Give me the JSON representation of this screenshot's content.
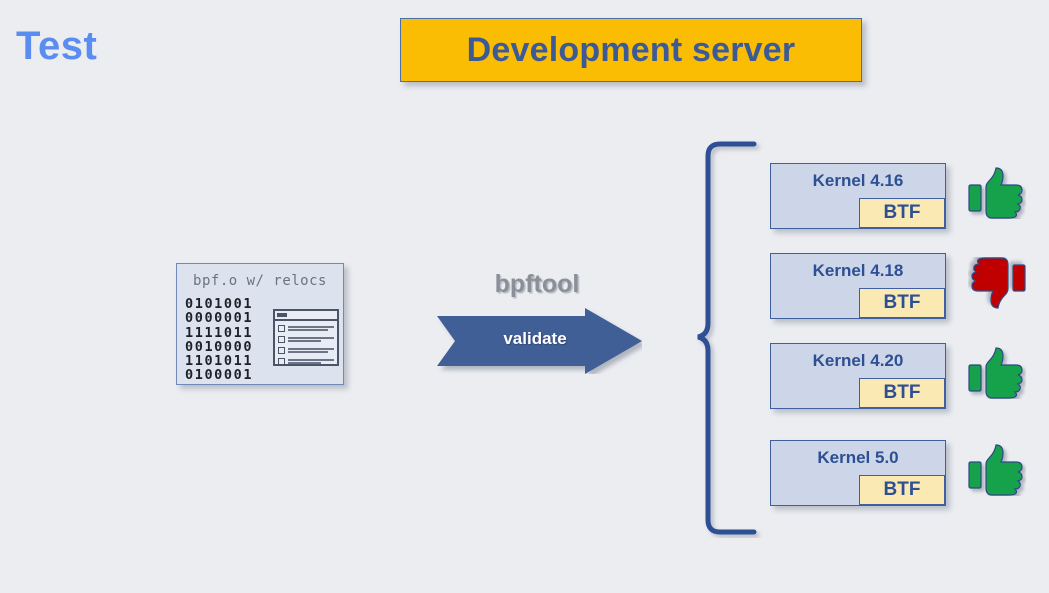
{
  "slide": {
    "section_title": "Test",
    "banner_title": "Development server",
    "background_color": "#ebedf1",
    "accent_banner_color": "#fbbc04",
    "accent_blue": "#2d4f93",
    "title_blue": "#5b8cf0"
  },
  "object_file": {
    "title": "bpf.o w/ relocs",
    "binary_rows": [
      "0101001",
      "0000001",
      "1111011",
      "0010000",
      "1101011",
      "0100001"
    ],
    "window_icon": "list-window-icon",
    "window_row_count": 4
  },
  "arrow": {
    "tool_label": "bpftool",
    "action_label": "validate",
    "color": "#3f5f97",
    "direction": "right"
  },
  "brace": {
    "orientation": "left-curly",
    "color": "#2d4f93"
  },
  "kernels": [
    {
      "name": "Kernel 4.16",
      "btf_label": "BTF",
      "verdict": "thumbs-up",
      "verdict_color": "#13a14b"
    },
    {
      "name": "Kernel 4.18",
      "btf_label": "BTF",
      "verdict": "thumbs-down",
      "verdict_color": "#c00000"
    },
    {
      "name": "Kernel 4.20",
      "btf_label": "BTF",
      "verdict": "thumbs-up",
      "verdict_color": "#13a14b"
    },
    {
      "name": "Kernel 5.0",
      "btf_label": "BTF",
      "verdict": "thumbs-up",
      "verdict_color": "#13a14b"
    }
  ]
}
